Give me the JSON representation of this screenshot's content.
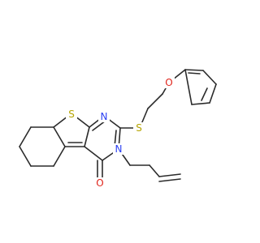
{
  "molecule": {
    "atoms": [
      {
        "id": "S1",
        "label": "S",
        "color": "#b5a400"
      },
      {
        "id": "N1",
        "label": "N",
        "color": "#2a3ff2"
      },
      {
        "id": "S2",
        "label": "S",
        "color": "#b5a400"
      },
      {
        "id": "O1",
        "label": "O",
        "color": "#e0241b"
      },
      {
        "id": "N2",
        "label": "N",
        "color": "#2a3ff2"
      },
      {
        "id": "O2",
        "label": "O",
        "color": "#e0241b"
      }
    ],
    "bond_color": "#2b2b2b"
  }
}
